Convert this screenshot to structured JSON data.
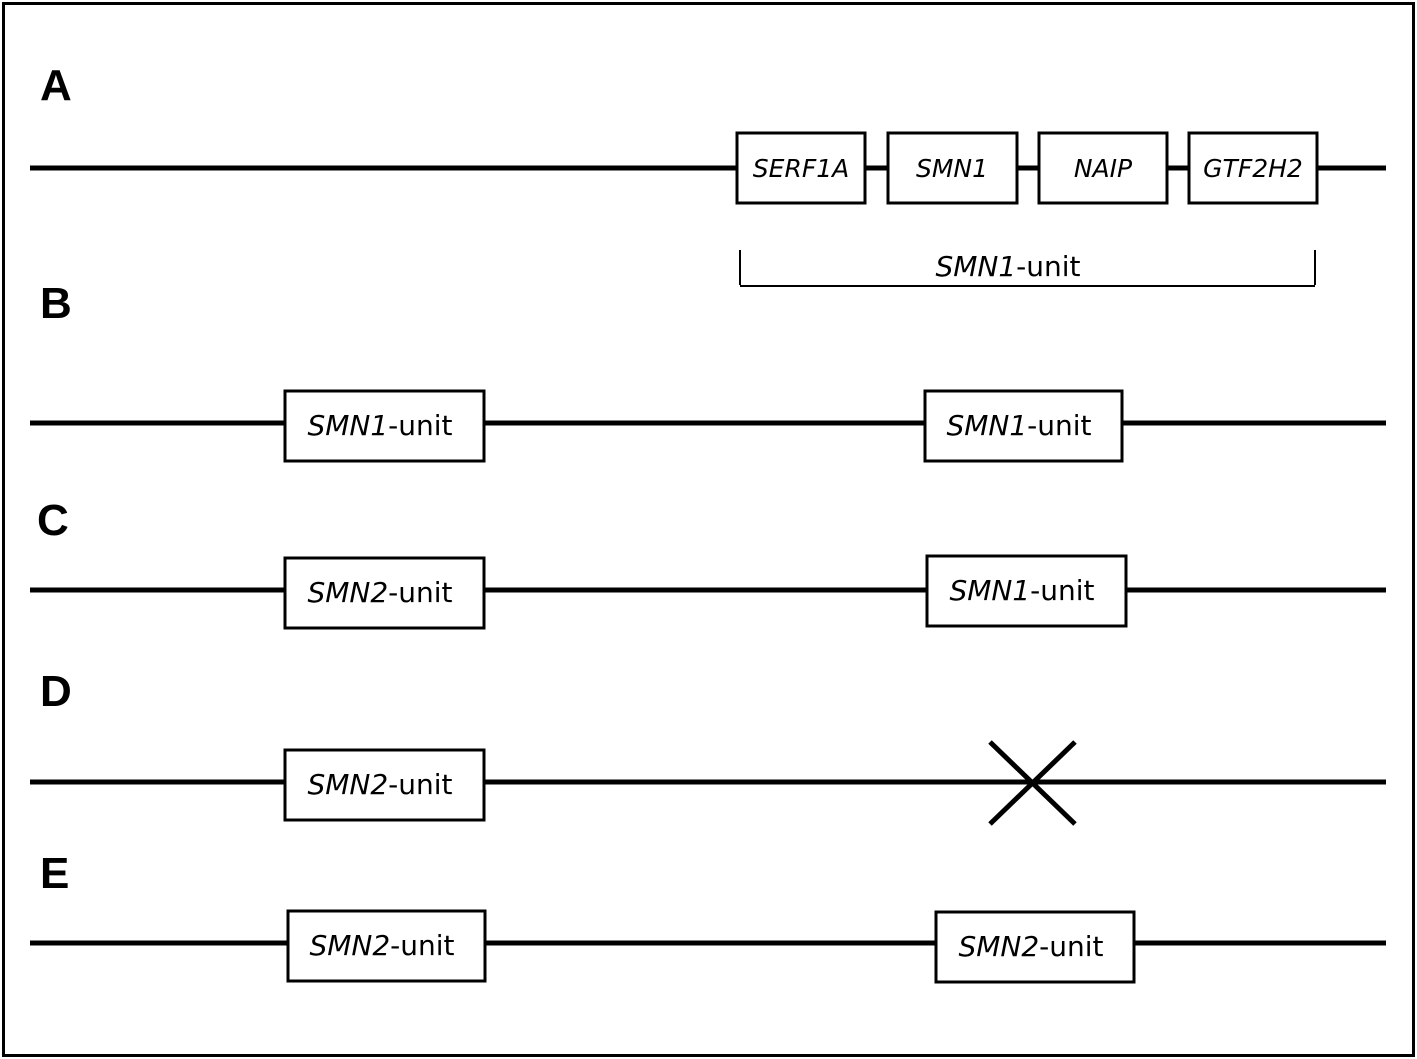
{
  "panels": {
    "A": {
      "letter": "A",
      "genes": [
        "SERF1A",
        "SMN1",
        "NAIP",
        "GTF2H2"
      ],
      "bracket": {
        "gene": "SMN1",
        "suffix": "-unit"
      }
    },
    "B": {
      "letter": "B",
      "left": {
        "gene": "SMN1",
        "suffix": "-unit"
      },
      "right": {
        "gene": "SMN1",
        "suffix": "-unit"
      }
    },
    "C": {
      "letter": "C",
      "left": {
        "gene": "SMN2",
        "suffix": "-unit"
      },
      "right": {
        "gene": "SMN1",
        "suffix": "-unit"
      }
    },
    "D": {
      "letter": "D",
      "left": {
        "gene": "SMN2",
        "suffix": "-unit"
      },
      "right_deleted": true
    },
    "E": {
      "letter": "E",
      "left": {
        "gene": "SMN2",
        "suffix": "-unit"
      },
      "right": {
        "gene": "SMN2",
        "suffix": "-unit"
      }
    }
  }
}
